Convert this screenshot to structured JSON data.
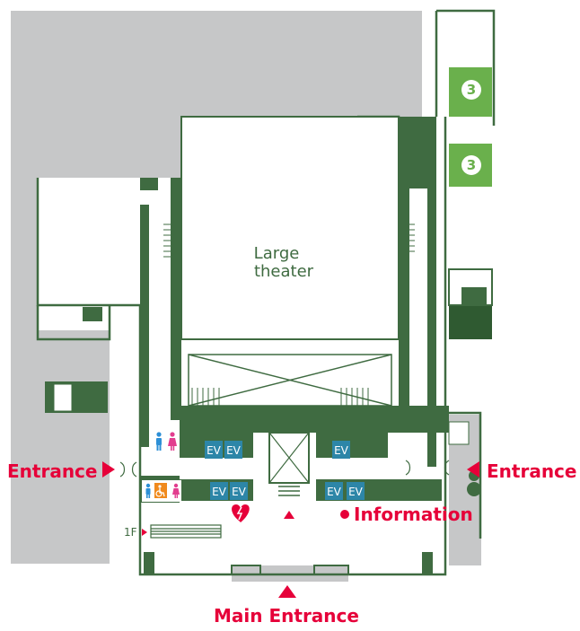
{
  "map": {
    "rooms": {
      "large_theater_line1": "Large",
      "large_theater_line2": "theater"
    },
    "entrances": {
      "west": "Entrance",
      "east": "Entrance",
      "main": "Main Entrance"
    },
    "information": "Information",
    "floor_marker": "1F",
    "stair_badge": "3",
    "elevator_label": "EV",
    "colors": {
      "wall": "#3f6b41",
      "wall_dark": "#2f5a31",
      "outside_gray": "#c6c7c8",
      "accent_red": "#e60039",
      "elevator_blue": "#2d86a8",
      "stair_green": "#6ab04c",
      "male_icon": "#2d8fd6",
      "female_icon": "#e23e8f",
      "accessible_icon": "#f08a1d"
    }
  }
}
